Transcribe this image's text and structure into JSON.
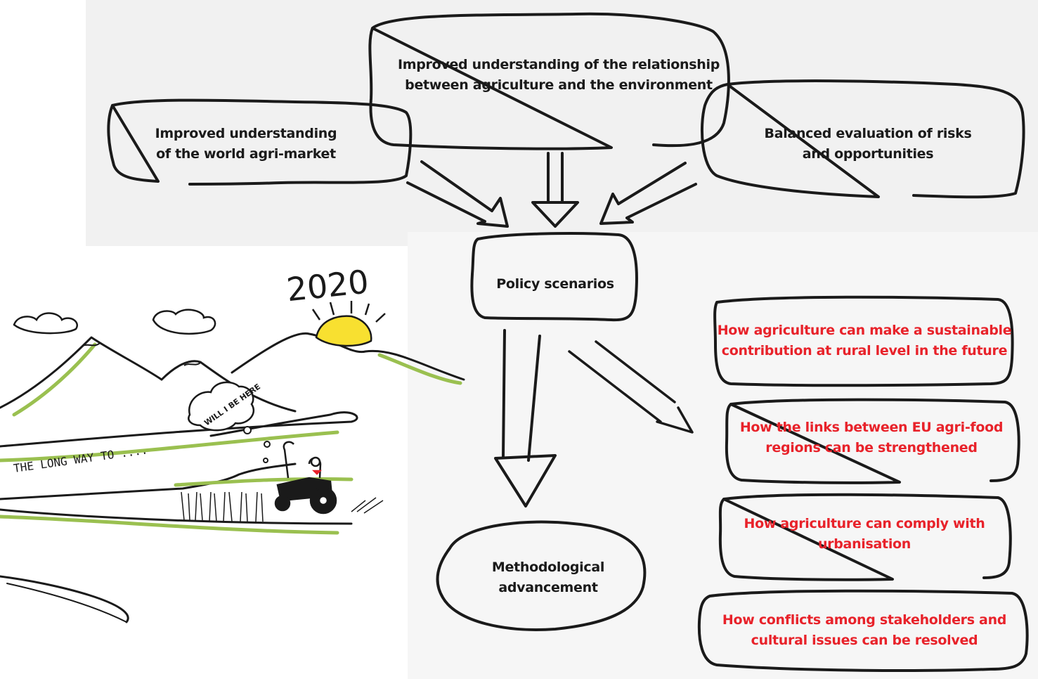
{
  "top_boxes": {
    "center": "Improved understanding of the relationship\nbetween agriculture and the environment",
    "left": "Improved understanding\nof the world agri-market",
    "right": "Balanced evaluation of risks\nand opportunities"
  },
  "policy": "Policy scenarios",
  "method": "Methodological\nadvancement",
  "questions": [
    "How agriculture can make a sustainable\ncontribution at rural level in the future",
    "How the links between EU agri-food\nregions can be strengthened",
    "How agriculture can comply with\nurbanisation",
    "How conflicts among stakeholders and\ncultural issues can be resolved"
  ],
  "illustration": {
    "year": "2020",
    "road_text": "THE LONG WAY TO ....",
    "thought": "WILL I BE HERE",
    "sun_color": "#f8e030",
    "grass_color": "#9ac050"
  },
  "colors": {
    "question_text": "#e8222a",
    "box_text": "#1a1a1a"
  }
}
